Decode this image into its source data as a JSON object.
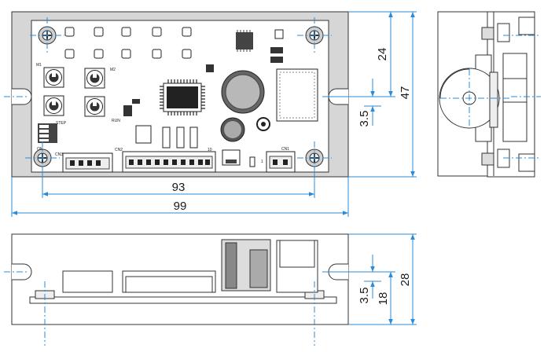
{
  "dimensions": {
    "top_width_inner": "93",
    "top_width_outer": "99",
    "top_height_total": "47",
    "top_height_upper": "24",
    "top_hole_offset": "3.5",
    "bottom_hole_offset": "3.5",
    "bottom_height_mid": "18",
    "bottom_height_total": "28"
  },
  "board_labels": {
    "m1": "M1",
    "m2": "M2",
    "step": "STEP",
    "run": "RUN",
    "on": "ON",
    "cn3": "CN3",
    "cn2": "CN2",
    "cn1": "CN1",
    "pin10": "10",
    "cn1_pin1": "1"
  }
}
